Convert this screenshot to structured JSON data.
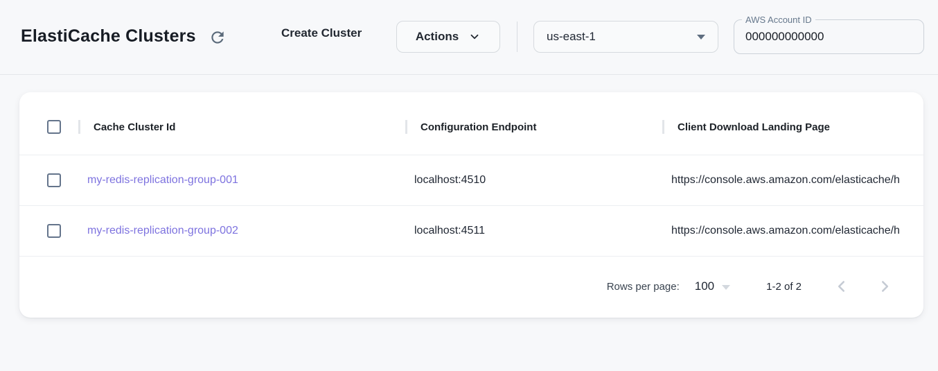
{
  "header": {
    "title": "ElastiCache Clusters",
    "create_cluster_label": "Create Cluster",
    "actions_label": "Actions",
    "region": {
      "selected": "us-east-1"
    },
    "account_id": {
      "label": "AWS Account ID",
      "value": "000000000000"
    }
  },
  "table": {
    "columns": {
      "cache_cluster_id": "Cache Cluster Id",
      "configuration_endpoint": "Configuration Endpoint",
      "client_download_landing_page": "Client Download Landing Page"
    },
    "rows": [
      {
        "cache_cluster_id": "my-redis-replication-group-001",
        "configuration_endpoint": "localhost:4510",
        "client_download_landing_page": "https://console.aws.amazon.com/elasticache/h"
      },
      {
        "cache_cluster_id": "my-redis-replication-group-002",
        "configuration_endpoint": "localhost:4511",
        "client_download_landing_page": "https://console.aws.amazon.com/elasticache/h"
      }
    ],
    "pagination": {
      "rows_per_page_label": "Rows per page:",
      "rows_per_page_value": "100",
      "range_label": "1-2 of 2"
    }
  },
  "icons": {
    "refresh": "refresh-icon",
    "chevron_down": "chevron-down-icon",
    "dropdown_arrow": "dropdown-arrow-icon",
    "chevron_left": "chevron-left-icon",
    "chevron_right": "chevron-right-icon"
  },
  "colors": {
    "page_background": "#f7f8fa",
    "card_background": "#ffffff",
    "link_purple": "#7d72df",
    "checkbox_border": "#64748b",
    "muted_icon": "#5a6a7a",
    "disabled_icon": "#c5cbd4",
    "border": "#d6dade"
  }
}
